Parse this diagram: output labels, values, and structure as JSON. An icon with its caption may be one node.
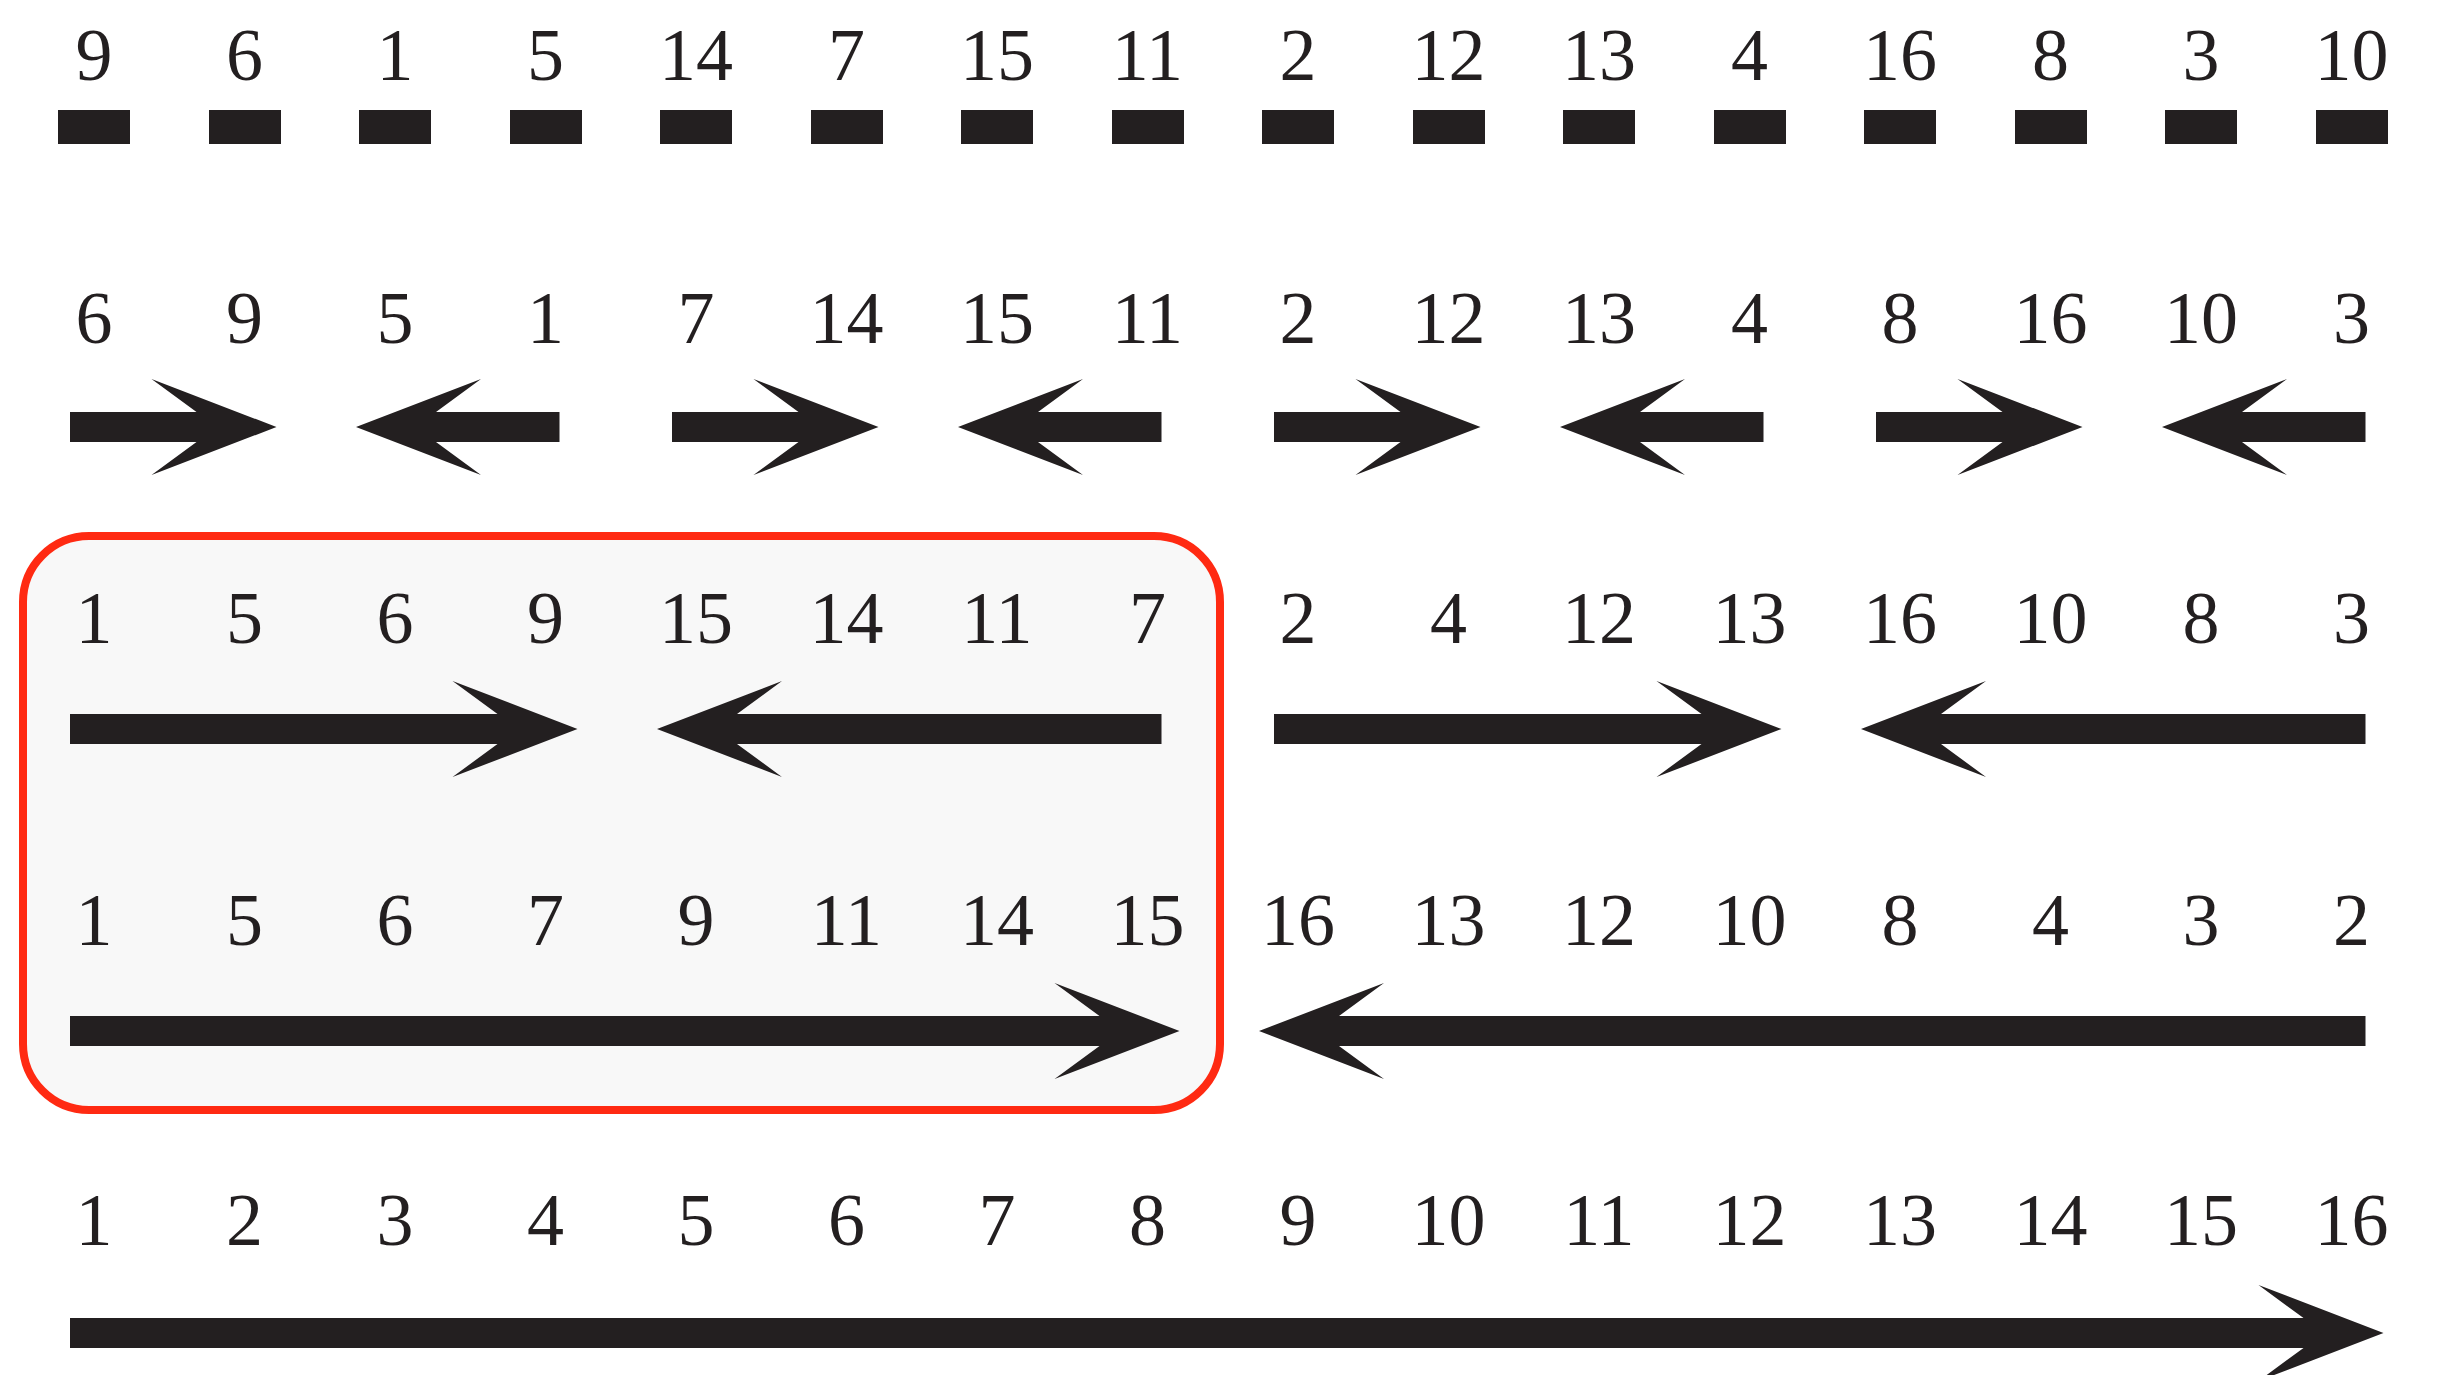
{
  "diagram": {
    "nodes": [
      {
        "text": [],
        "shape": "box"
      }
    ],
    "labels": [
      "9",
      "6",
      "1",
      "5",
      "14",
      "7",
      "15",
      "11",
      "2",
      "12",
      "13",
      "4",
      "16",
      "8",
      "3",
      "10",
      "6",
      "9",
      "5",
      "1",
      "7",
      "14",
      "15",
      "11",
      "2",
      "12",
      "13",
      "4",
      "8",
      "16",
      "10",
      "3",
      "1",
      "5",
      "6",
      "9",
      "15",
      "14",
      "11",
      "7",
      "2",
      "4",
      "12",
      "13",
      "16",
      "10",
      "8",
      "3",
      "1",
      "5",
      "6",
      "7",
      "9",
      "11",
      "14",
      "15",
      "16",
      "13",
      "12",
      "10",
      "8",
      "4",
      "3",
      "2",
      "1",
      "2",
      "3",
      "4",
      "5",
      "6",
      "7",
      "8",
      "9",
      "10",
      "11",
      "12",
      "13",
      "14",
      "15",
      "16"
    ]
  }
}
